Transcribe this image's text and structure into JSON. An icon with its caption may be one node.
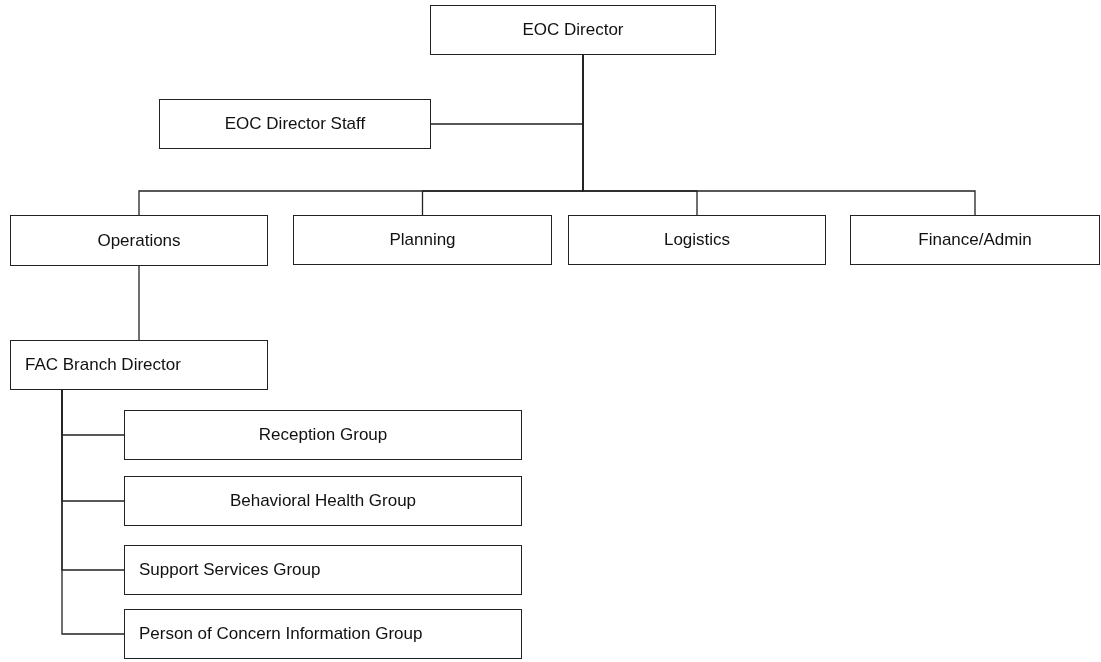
{
  "diagram": {
    "nodes": [
      {
        "text": [
          "EOC Director"
        ]
      },
      {
        "text": [
          "EOC Director Staff"
        ]
      },
      {
        "text": [
          "Operations"
        ]
      },
      {
        "text": [
          "Planning"
        ]
      },
      {
        "text": [
          "Logistics"
        ]
      },
      {
        "text": [
          "Finance/Admin"
        ]
      },
      {
        "text": [
          "FAC Branch Director"
        ]
      },
      {
        "text": [
          "Reception Group"
        ]
      },
      {
        "text": [
          "Behavioral Health Group"
        ]
      },
      {
        "text": [
          "Support Services Group"
        ]
      },
      {
        "text": [
          "Person of Concern Information Group"
        ]
      }
    ],
    "edges": [
      {
        "from": 0,
        "to": 1,
        "arrow": "none"
      },
      {
        "from": 0,
        "to": 2,
        "arrow": "none"
      },
      {
        "from": 0,
        "to": 3,
        "arrow": "none"
      },
      {
        "from": 0,
        "to": 4,
        "arrow": "none"
      },
      {
        "from": 0,
        "to": 5,
        "arrow": "none"
      },
      {
        "from": 2,
        "to": 6,
        "arrow": "none"
      },
      {
        "from": 6,
        "to": 7,
        "arrow": "none"
      },
      {
        "from": 6,
        "to": 8,
        "arrow": "none"
      },
      {
        "from": 6,
        "to": 9,
        "arrow": "none"
      },
      {
        "from": 6,
        "to": 10,
        "arrow": "none"
      }
    ]
  }
}
